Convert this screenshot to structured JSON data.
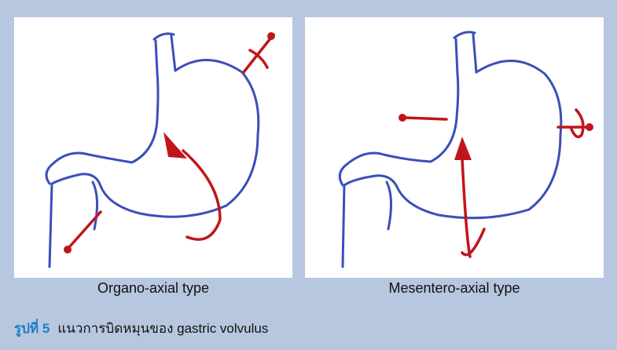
{
  "colors": {
    "background": "#b7c7df",
    "stomach": "#3a4fb8",
    "arrow": "#c0161b",
    "caption_accent": "#1a7fc1"
  },
  "panels": [
    {
      "label": "Organo-axial type"
    },
    {
      "label": "Mesentero-axial type"
    }
  ],
  "caption": {
    "figure_label": "รูปที่ 5",
    "text": "แนวการบิดหมุนของ gastric volvulus"
  }
}
